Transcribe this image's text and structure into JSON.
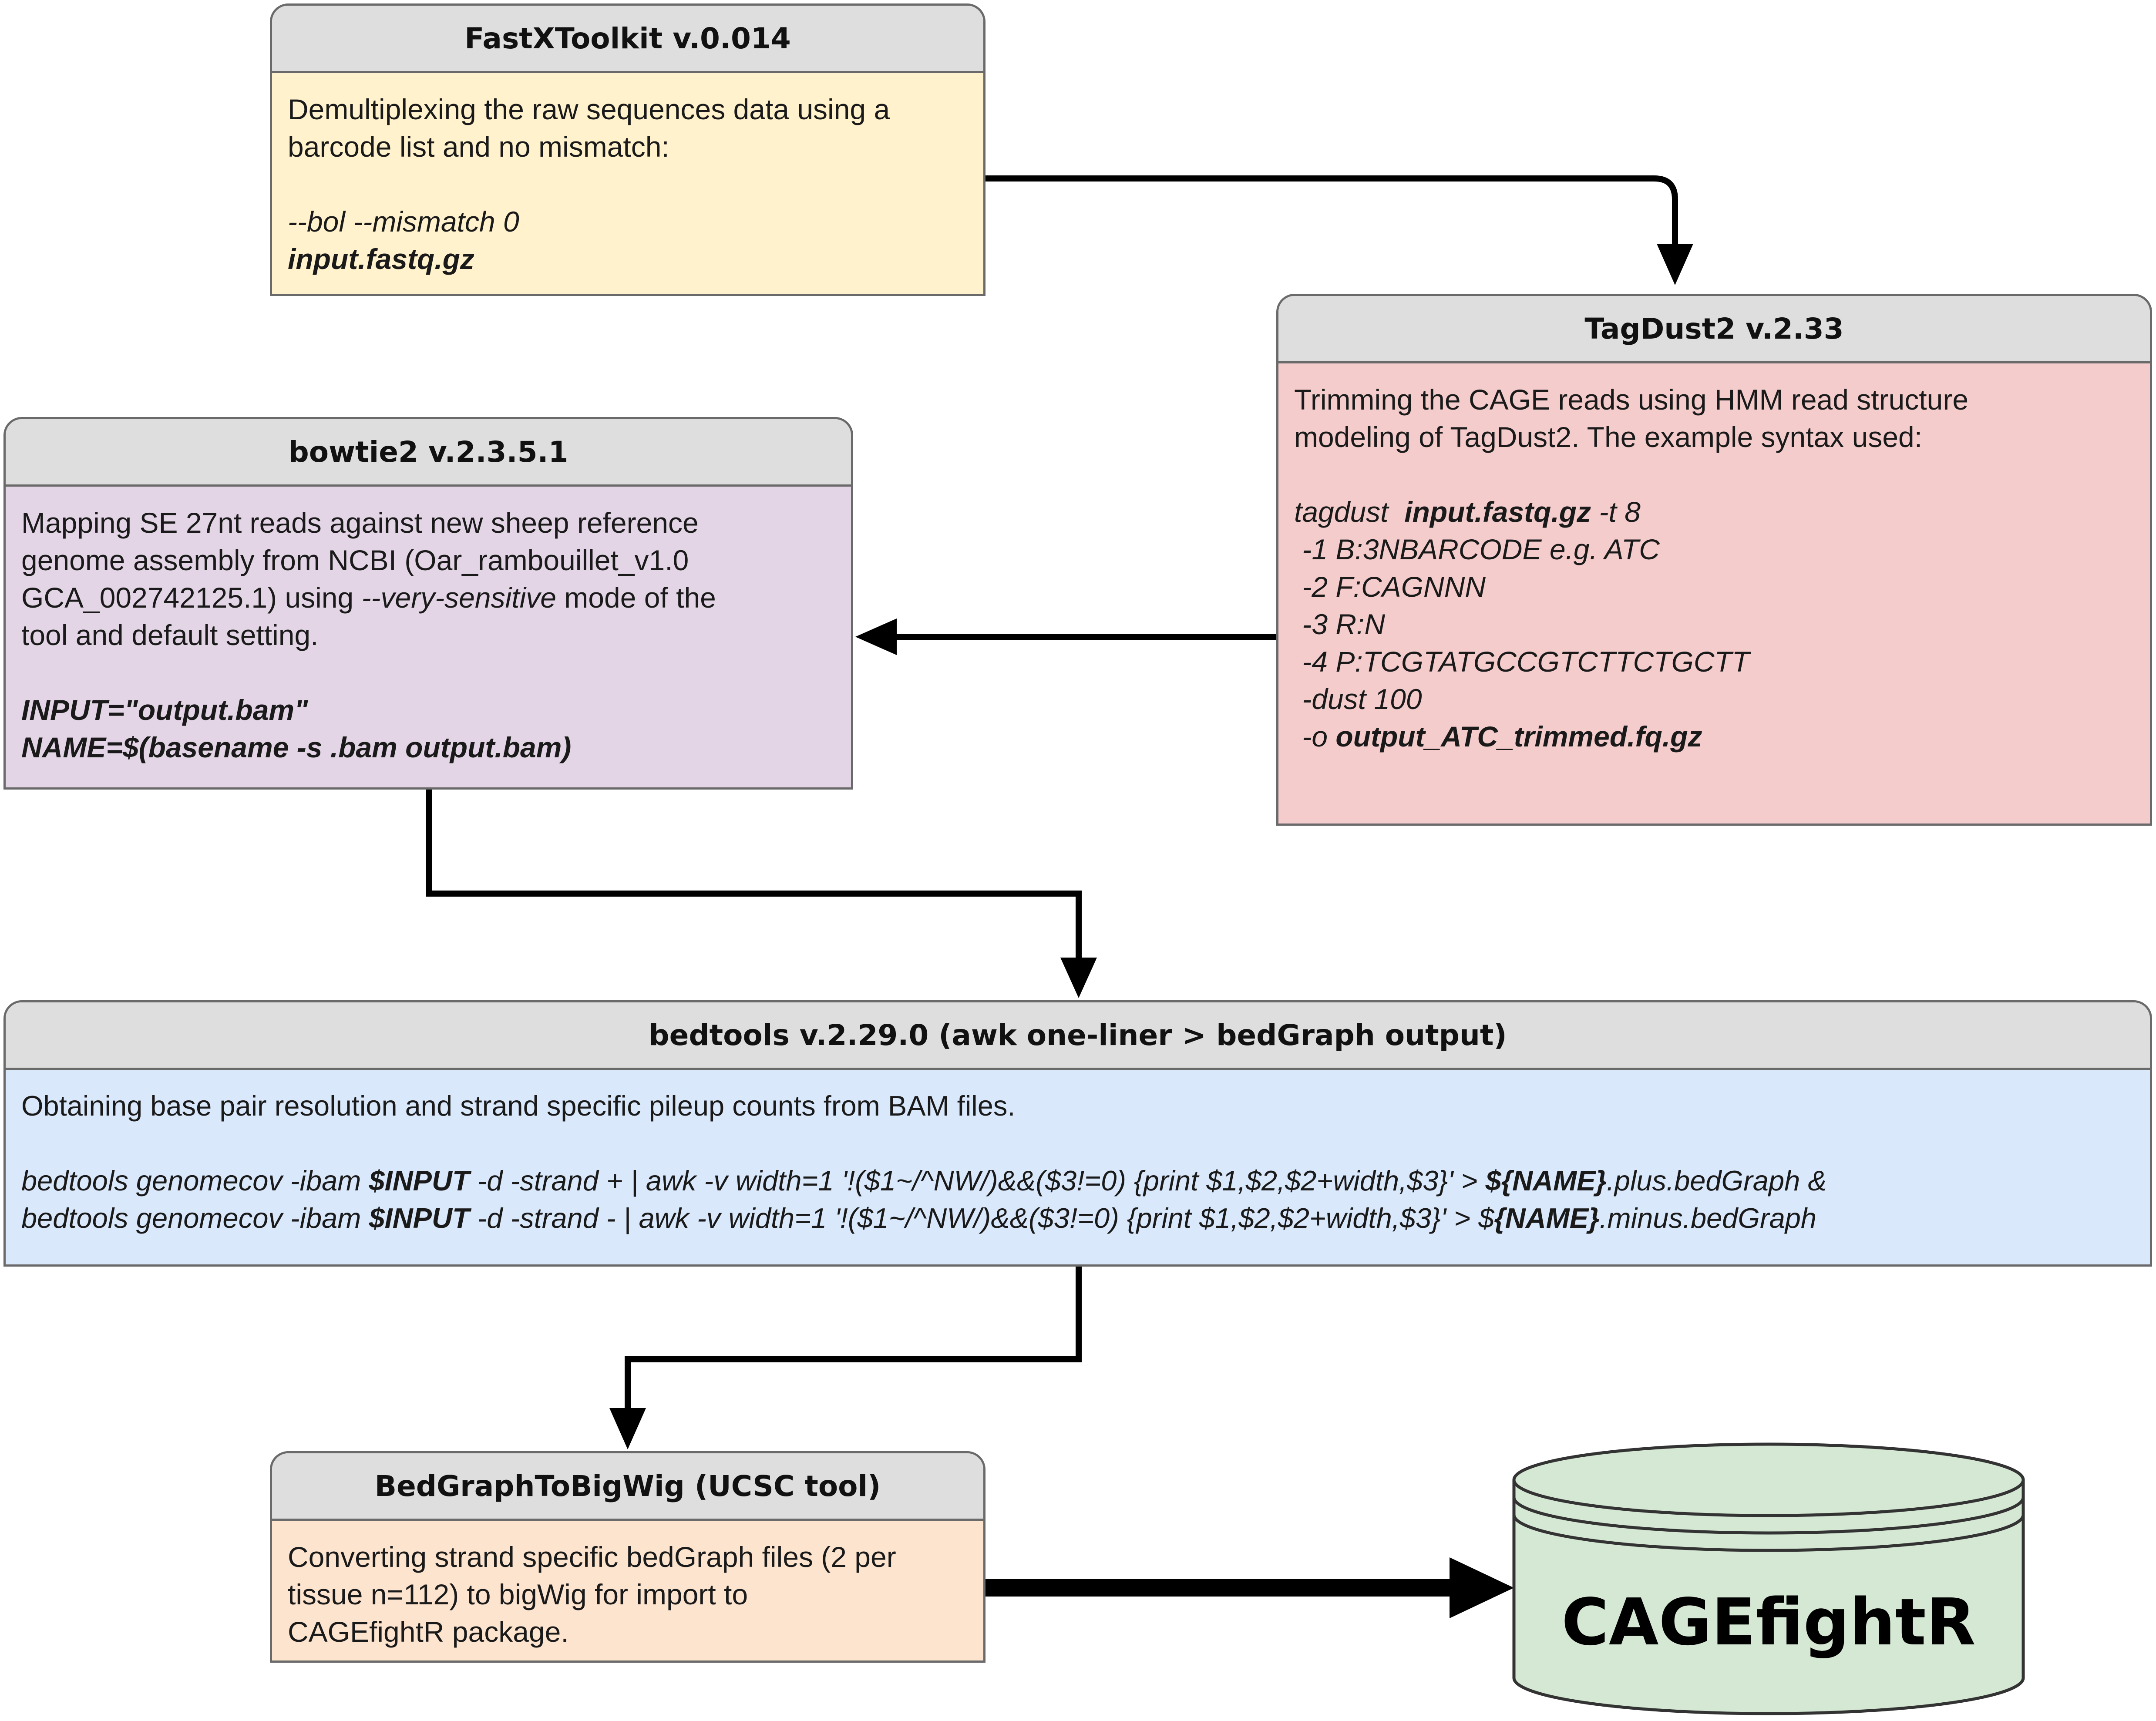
{
  "fastx": {
    "title": "FastXToolkit v.0.014",
    "line1": "Demultiplexing the raw sequences data using a",
    "line2": "barcode list and no mismatch:",
    "opts": "--bol --mismatch 0",
    "input": "input.fastq.gz"
  },
  "tagdust": {
    "title": "TagDust2 v.2.33",
    "line1": "Trimming the CAGE reads using HMM read structure",
    "line2": "modeling of TagDust2. The example syntax used:",
    "cmd": "tagdust",
    "input": "input.fastq.gz",
    "threads": "-t 8",
    "opt1": "-1 B:3NBARCODE e.g. ATC",
    "opt2": "-2 F:CAGNNN",
    "opt3": "-3 R:N",
    "opt4": "-4 P:TCGTATGCCGTCTTCTGCTT",
    "opt5": "-dust 100",
    "out_flag": "-o",
    "out_file": "output_ATC_trimmed.fq.gz"
  },
  "bowtie": {
    "title": "bowtie2 v.2.3.5.1",
    "line1": "Mapping SE 27nt reads against new sheep reference",
    "line2": "genome assembly from NCBI (Oar_rambouillet_v1.0",
    "line3a": "GCA_002742125.1) using ",
    "line3b": "--very-sensitive",
    "line3c": " mode of the",
    "line4": "tool and default setting.",
    "input_line": "INPUT=\"output.bam\"",
    "name_line": "NAME=$(basename -s .bam output.bam)"
  },
  "bedtools": {
    "title": "bedtools v.2.29.0 (awk one-liner > bedGraph output)",
    "desc": "Obtaining base pair resolution and strand specific pileup counts from BAM files.",
    "cmd1_a": "bedtools genomecov -ibam ",
    "cmd1_b": "$INPUT",
    "cmd1_c": " -d -strand + | awk -v width=1 '!($1~/^NW/)&&($3!=0) {print $1,$2,$2+width,$3}' > ",
    "cmd1_d": "${NAME}",
    "cmd1_e": ".plus.bedGraph &",
    "cmd2_a": "bedtools genomecov -ibam ",
    "cmd2_b": "$INPUT",
    "cmd2_c": " -d -strand - | awk -v width=1 '!($1~/^NW/)&&($3!=0) {print $1,$2,$2+width,$3}' > $",
    "cmd2_d": "{NAME}",
    "cmd2_e": ".minus.bedGraph"
  },
  "bedgraph": {
    "title": "BedGraphToBigWig (UCSC tool)",
    "line1": "Converting strand specific bedGraph files (2 per",
    "line2": "tissue n=112) to bigWig for import to",
    "line3": "CAGEfightR package."
  },
  "database": {
    "label": "CAGEfightR",
    "fill_color": "#d5e8d4",
    "stroke_color": "#333333"
  },
  "colors": {
    "header": "#dedede",
    "fastx": "#fff2cc",
    "tagdust": "#f4cccc",
    "bowtie": "#e4d5e6",
    "bedtools": "#dae8fc",
    "bedgraph": "#fde4cf"
  }
}
